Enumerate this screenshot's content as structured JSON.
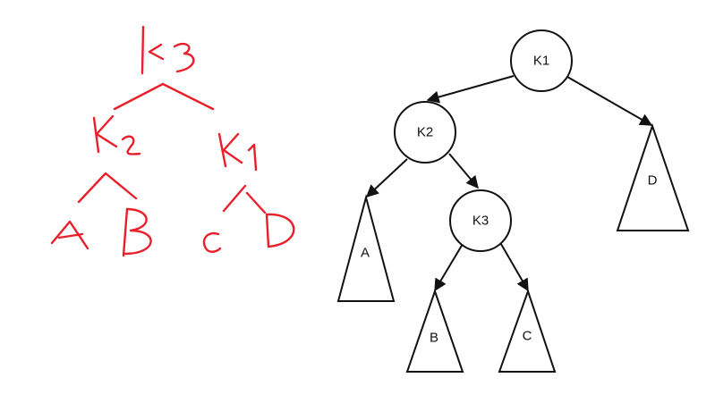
{
  "left_sketch": {
    "nodes": [
      "K3",
      "K2",
      "K1",
      "A",
      "B",
      "C",
      "D"
    ]
  },
  "right_tree": {
    "nodes": {
      "k1": "K1",
      "k2": "K2",
      "k3": "K3"
    },
    "subtrees": {
      "a": "A",
      "b": "B",
      "c": "C",
      "d": "D"
    },
    "colors": {
      "stroke": "#111111",
      "sketch": "#e8202c"
    }
  }
}
